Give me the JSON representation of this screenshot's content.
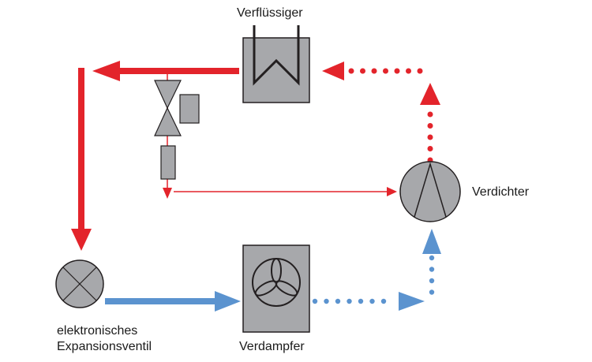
{
  "labels": {
    "condenser": "Verflüssiger",
    "compressor": "Verdichter",
    "evaporator": "Verdampfer",
    "expansion_valve_line1": "elektronisches",
    "expansion_valve_line2": "Expansionsventil"
  },
  "colors": {
    "hot": "#e3242b",
    "cold": "#5b93cf",
    "component_fill": "#a7a8ab",
    "outline": "#231f20"
  }
}
